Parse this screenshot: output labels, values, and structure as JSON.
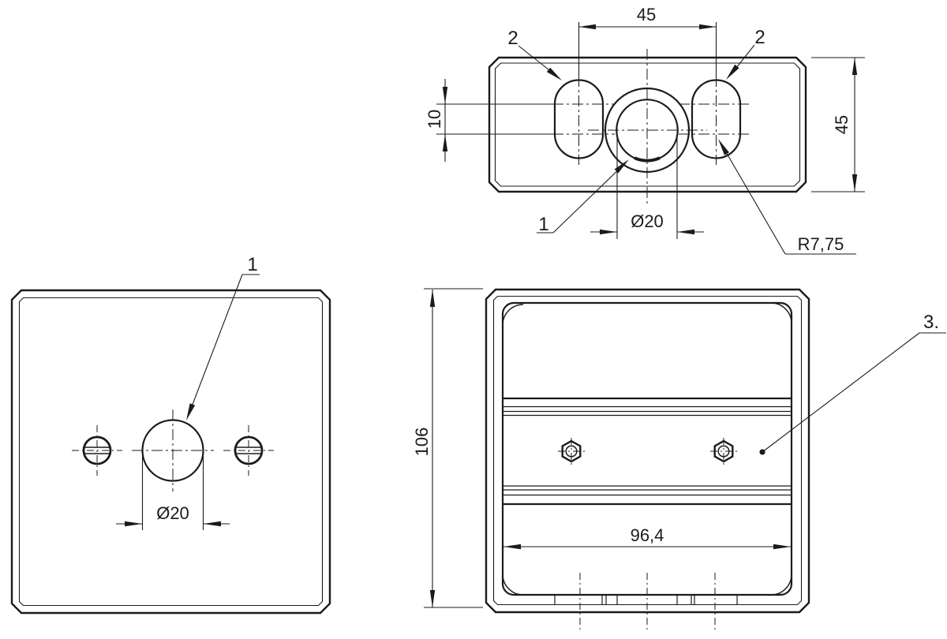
{
  "drawing": {
    "background_color": "#ffffff",
    "line_color": "#1b1b1b",
    "type": "engineering-drawing",
    "views": [
      "top-view",
      "front-view",
      "rear-view"
    ]
  },
  "labels": {
    "top_balloon_left": "2",
    "top_balloon_right": "2",
    "top_balloon_hole": "1",
    "dim_slot_spacing": "45",
    "dim_plate_depth": "45",
    "dim_slot_offset": "10",
    "dim_top_hole_dia": "Ø20",
    "dim_slot_radius": "R7,75",
    "front_balloon_hole": "1",
    "dim_front_hole_dia": "Ø20",
    "dim_back_height": "106",
    "dim_back_width": "96,4",
    "back_balloon_rail": "3."
  }
}
